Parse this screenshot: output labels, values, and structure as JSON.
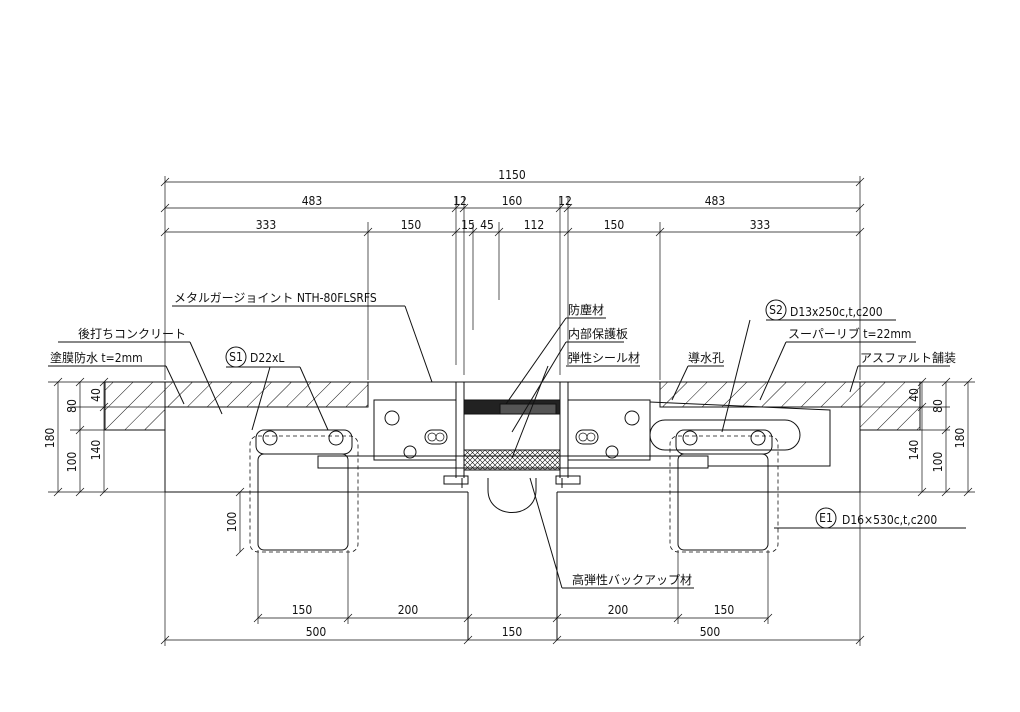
{
  "dims_top": {
    "total": "1150",
    "left_483": "483",
    "gap_12a": "12",
    "mid_160": "160",
    "gap_12b": "12",
    "right_483": "483",
    "left_333": "333",
    "left_150": "150",
    "d15": "15",
    "d45": "45",
    "d112": "112",
    "right_150": "150",
    "right_333": "333"
  },
  "dims_side": {
    "left_180": "180",
    "left_80": "80",
    "left_40": "40",
    "left_140": "140",
    "left_100": "100",
    "anchor_100": "100",
    "right_40": "40",
    "right_80": "80",
    "right_180": "180",
    "right_140": "140",
    "right_100": "100"
  },
  "dims_bottom": {
    "l150": "150",
    "l200": "200",
    "r200": "200",
    "r150": "150",
    "l500": "500",
    "c150": "150",
    "r500": "500"
  },
  "labels": {
    "product": "メタルガージョイント NTH-80FLSRFS",
    "post_concrete": "後打ちコンクリート",
    "waterproof": "塗膜防水 t=2mm",
    "dustproof": "防塵材",
    "inner_plate": "内部保護板",
    "elastic_seal": "弾性シール材",
    "drain_hole": "導水孔",
    "super_rib": "スーパーリブ t=22mm",
    "asphalt": "アスファルト舗装",
    "backup": "高弾性バックアップ材"
  },
  "codes": {
    "s1_mark": "S1",
    "s1_text": "D22xL",
    "s2_mark": "S2",
    "s2_text": "D13x250c,t,c200",
    "e1_mark": "E1",
    "e1_text": "D16×530c,t,c200"
  }
}
